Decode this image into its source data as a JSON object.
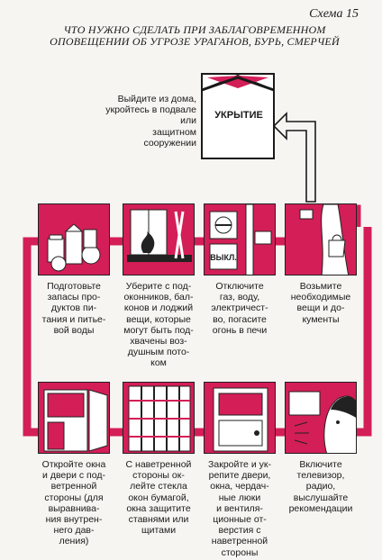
{
  "header": {
    "scheme": "Схема 15",
    "title_lines": [
      "ЧТО НУЖНО СДЕЛАТЬ ПРИ ЗАБЛАГОВРЕМЕННОМ",
      "ОПОВЕЩЕНИИ ОБ УГРОЗЕ УРАГАНОВ, БУРЬ, СМЕРЧЕЙ"
    ]
  },
  "shelter": {
    "label": "УКРЫТИЕ",
    "caption": [
      "Выйдите из дома,",
      "укройтесь в подвале или",
      "защитном сооружении"
    ]
  },
  "row1": [
    {
      "icon": "food-supplies-icon",
      "lines": [
        "Подготовьте",
        "запасы про-",
        "дуктов пи-",
        "тания и питье-",
        "вой воды"
      ]
    },
    {
      "icon": "window-sill-icon",
      "lines": [
        "Уберите с под-",
        "оконников, бал-",
        "конов и лоджий",
        "вещи, которые",
        "могут быть под-",
        "хвачены воз-",
        "душным пото-",
        "ком"
      ]
    },
    {
      "icon": "utilities-switch-icon",
      "switch_label": "ВЫКЛ.",
      "lines": [
        "Отключите",
        "газ, воду,",
        "электричест-",
        "во, погасите",
        "огонь в печи"
      ]
    },
    {
      "icon": "documents-bag-icon",
      "lines": [
        "Возьмите",
        "необходимые",
        "вещи и до-",
        "кументы"
      ]
    }
  ],
  "row2": [
    {
      "icon": "open-door-icon",
      "lines": [
        "Откройте окна",
        "и двери с под-",
        "ветренной",
        "стороны (для",
        "выравнива-",
        "ния внутрен-",
        "него дав-",
        "ления)"
      ]
    },
    {
      "icon": "taped-window-icon",
      "lines": [
        "С наветренной",
        "стороны ок-",
        "лейте стекла",
        "окон бумагой,",
        "окна защитите",
        "ставнями или",
        "щитами"
      ]
    },
    {
      "icon": "reinforced-door-icon",
      "lines": [
        "Закройте и ук-",
        "репите двери,",
        "окна, чердач-",
        "ные люки",
        "и вентиля-",
        "ционные от-",
        "верстия с",
        "наветренной",
        "стороны"
      ]
    },
    {
      "icon": "tv-listen-icon",
      "lines": [
        "Включите",
        "телевизор,",
        "радио,",
        "выслушайте",
        "рекомендации"
      ]
    }
  ],
  "colors": {
    "accent": "#d41e57",
    "ink": "#1a1a1a",
    "paper": "#f7f5f1"
  }
}
